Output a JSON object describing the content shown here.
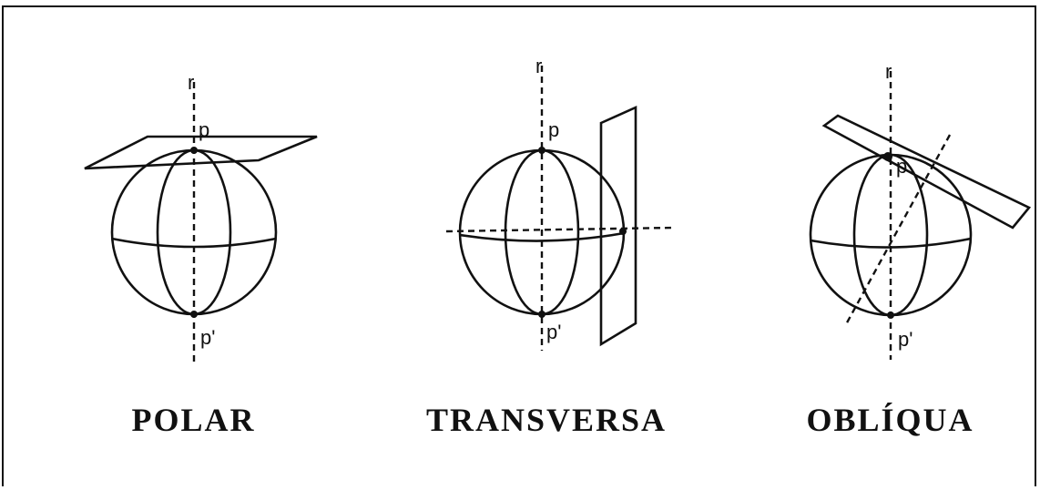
{
  "projections": [
    {
      "label": "POLAR",
      "pole_top": "p",
      "pole_bottom": "p'",
      "axis_top": "r"
    },
    {
      "label": "TRANSVERSA",
      "pole_top": "p",
      "pole_bottom": "p'",
      "axis_top": "r"
    },
    {
      "label": "OBLÍQUA",
      "pole_top": "p",
      "pole_bottom": "p'",
      "axis_top": "r"
    }
  ]
}
